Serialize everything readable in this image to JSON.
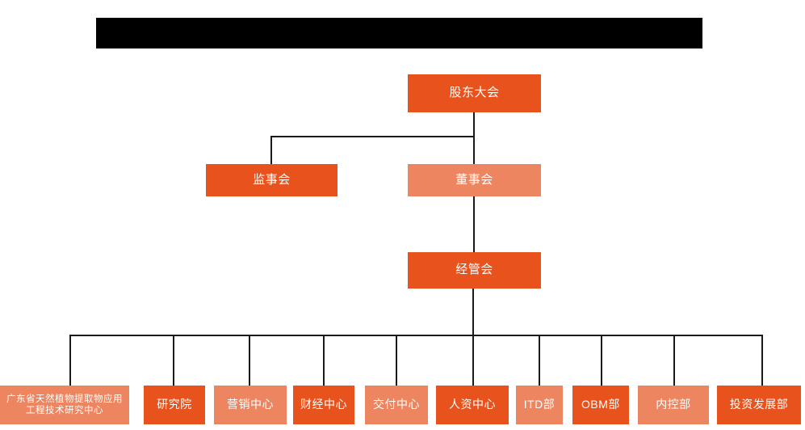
{
  "page": {
    "title_bar": {
      "label": "",
      "redacted": true,
      "color": "#000000"
    },
    "background": "#ffffff"
  },
  "palette": {
    "deep_orange": "#E8521D",
    "salmon_orange": "#ED8560",
    "connector": "#1a1a1a",
    "text": "#ffffff"
  },
  "chart_data": {
    "type": "diagram",
    "subtype": "organization-chart",
    "title": "",
    "orientation": "top-down",
    "levels": 4,
    "nodes": [
      {
        "id": "shareholders",
        "label": "股东大会",
        "level": 1,
        "style": "deep_orange",
        "parent": null
      },
      {
        "id": "supervisors",
        "label": "监事会",
        "level": 2,
        "style": "deep_orange",
        "parent": "shareholders"
      },
      {
        "id": "board",
        "label": "董事会",
        "level": 2,
        "style": "salmon_orange",
        "parent": "shareholders"
      },
      {
        "id": "management",
        "label": "经管会",
        "level": 3,
        "style": "deep_orange",
        "parent": "board"
      },
      {
        "id": "research-center-gd",
        "label": "广东省天然植物提取物应用工程技术研究中心",
        "level": 4,
        "style": "salmon_orange",
        "parent": "management"
      },
      {
        "id": "research-institute",
        "label": "研究院",
        "level": 4,
        "style": "deep_orange",
        "parent": "management"
      },
      {
        "id": "marketing-center",
        "label": "营销中心",
        "level": 4,
        "style": "salmon_orange",
        "parent": "management"
      },
      {
        "id": "finance-center",
        "label": "财经中心",
        "level": 4,
        "style": "deep_orange",
        "parent": "management"
      },
      {
        "id": "delivery-center",
        "label": "交付中心",
        "level": 4,
        "style": "salmon_orange",
        "parent": "management"
      },
      {
        "id": "hr-center",
        "label": "人资中心",
        "level": 4,
        "style": "deep_orange",
        "parent": "management"
      },
      {
        "id": "itd-dept",
        "label": "ITD部",
        "level": 4,
        "style": "salmon_orange",
        "parent": "management"
      },
      {
        "id": "obm-dept",
        "label": "OBM部",
        "level": 4,
        "style": "deep_orange",
        "parent": "management"
      },
      {
        "id": "internal-control-dept",
        "label": "内控部",
        "level": 4,
        "style": "salmon_orange",
        "parent": "management"
      },
      {
        "id": "investment-dev-dept",
        "label": "投资发展部",
        "level": 4,
        "style": "deep_orange",
        "parent": "management"
      }
    ]
  }
}
